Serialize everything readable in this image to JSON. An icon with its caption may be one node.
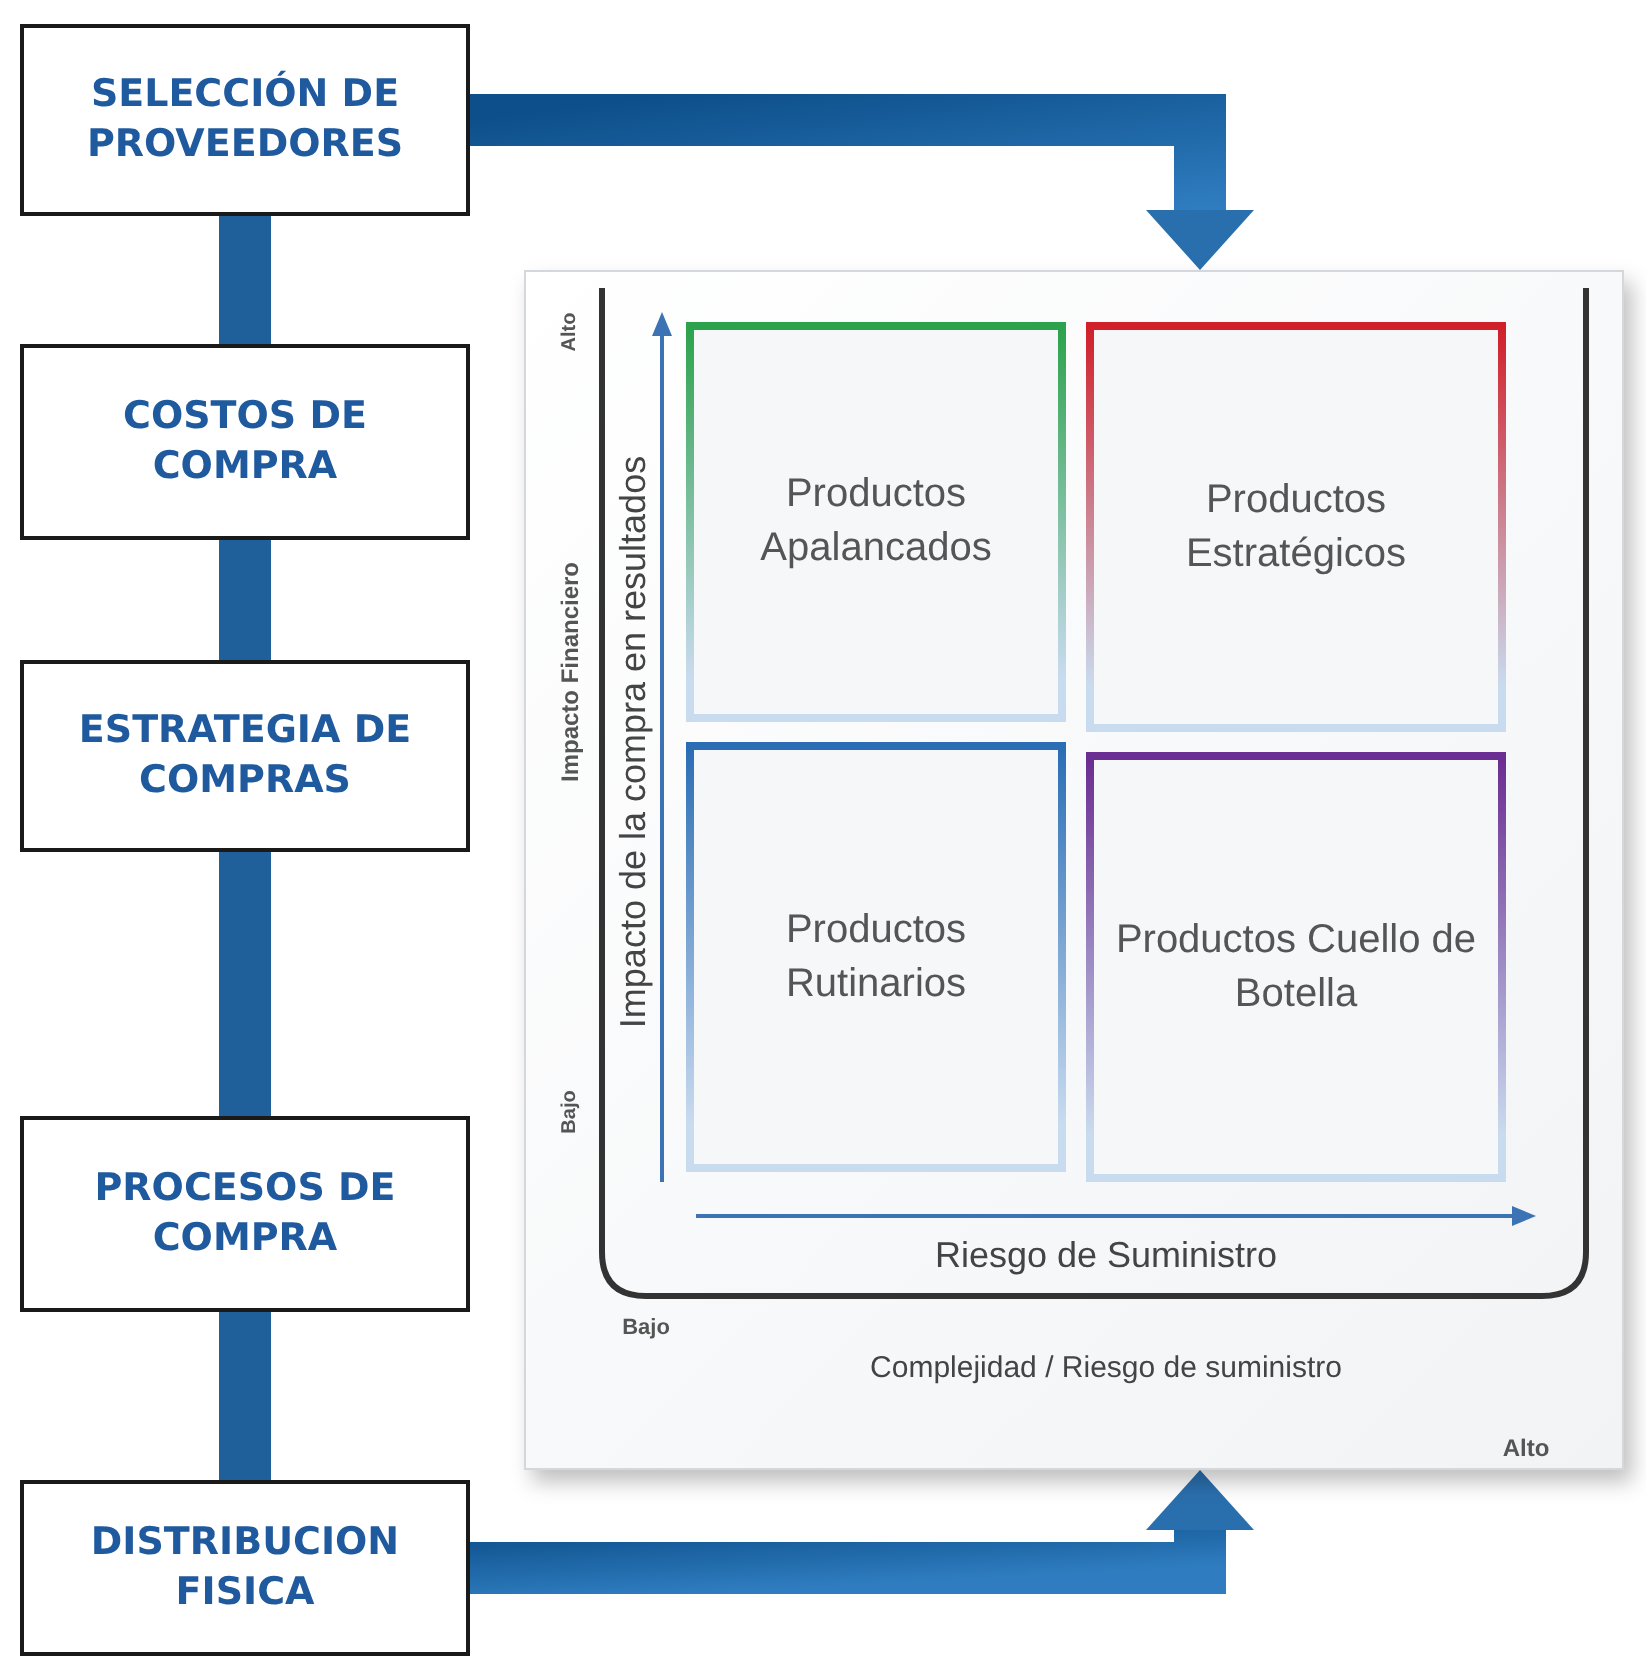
{
  "diagram": {
    "nodes": [
      {
        "text": [
          "SELECCIÓN DE PROVEEDORES"
        ]
      },
      {
        "text": [
          "COSTOS DE COMPRA"
        ]
      },
      {
        "text": [
          "ESTRATEGIA DE COMPRAS"
        ]
      },
      {
        "text": [
          "PROCESOS DE COMPRA"
        ]
      },
      {
        "text": [
          "DISTRIBUCION FISICA"
        ]
      },
      {
        "text": [],
        "shape": "box"
      },
      {
        "text": [
          "Productos Apalancados"
        ],
        "in": 5
      },
      {
        "text": [
          "Productos Estratégicos"
        ],
        "in": 5
      },
      {
        "text": [
          "Productos Rutinarios"
        ],
        "in": 5
      },
      {
        "text": [
          "Productos Cuello de Botella"
        ],
        "in": 5
      }
    ],
    "edges": [
      {
        "from": 0,
        "to": 1,
        "arrow": "none"
      },
      {
        "from": 1,
        "to": 2,
        "arrow": "none"
      },
      {
        "from": 2,
        "to": 3,
        "arrow": "none"
      },
      {
        "from": 3,
        "to": 4,
        "arrow": "none"
      },
      {
        "from": 0,
        "to": 5,
        "arrow": "to"
      },
      {
        "from": 4,
        "to": 5,
        "arrow": "to"
      }
    ],
    "labels": [
      "Alto",
      "Impacto Financiero",
      "Bajo",
      "Impacto de la compra en resultados",
      "Riesgo de Suministro",
      "Bajo",
      "Complejidad / Riesgo de suministro",
      "Alto"
    ]
  }
}
